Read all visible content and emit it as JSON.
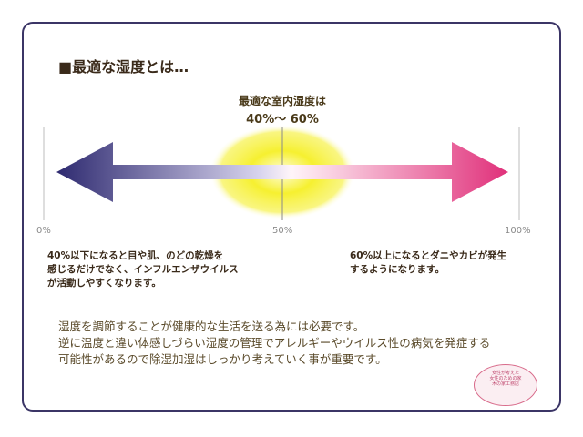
{
  "title": {
    "marker": "■",
    "text": "最適な湿度とは…"
  },
  "optimal": {
    "label": "最適な室内湿度は",
    "range": "40%～ 60%"
  },
  "scale": {
    "ticks": [
      {
        "value": 0,
        "label": "0%"
      },
      {
        "value": 50,
        "label": "50%"
      },
      {
        "value": 100,
        "label": "100%"
      }
    ],
    "left_color": "#2e2a70",
    "right_color": "#e0307a",
    "optimal_glow_color": "#f4ee20"
  },
  "notes": {
    "low": [
      "40%以下になると目や肌、のどの乾燥を",
      "感じるだけでなく、インフルエンザウイルス",
      "が活動しやすくなります。"
    ],
    "high": [
      "60%以上になるとダニやカビが発生",
      "するようになります。"
    ]
  },
  "description": [
    "湿度を調節することが健康的な生活を送る為には必要です。",
    "逆に温度と違い体感しづらい湿度の管理でアレルギーやウイルス性の病気を発症する",
    "可能性があるので除湿加湿はしっかり考えていく事が重要です。"
  ],
  "stamp": {
    "lines": [
      "女性が考えた",
      "女性のための家",
      "",
      "",
      "木の家工務店"
    ]
  }
}
